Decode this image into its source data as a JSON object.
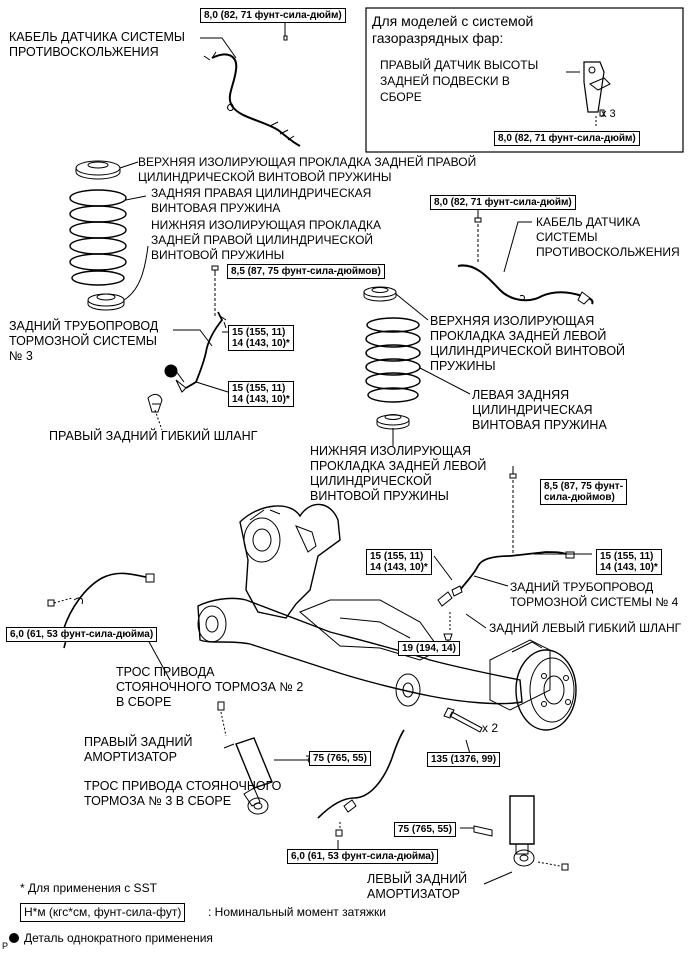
{
  "inset": {
    "title": "Для моделей с системой\nгазоразрядных фар:",
    "sensor_label": "ПРАВЫЙ ДАТЧИК ВЫСОТЫ\nЗАДНЕЙ ПОДВЕСКИ В\nСБОРЕ",
    "qty": "x 3",
    "torque": "8,0 (82, 71 фунт-сила-дюйм)"
  },
  "labels": {
    "abs_cable_right": "КАБЕЛЬ ДАТЧИКА СИСТЕМЫ\nПРОТИВОСКОЛЬЖЕНИЯ",
    "upper_insulator_right": "ВЕРХНЯЯ ИЗОЛИРУЮЩАЯ ПРОКЛАДКА ЗАДНЕЙ ПРАВОЙ\nЦИЛИНДРИЧЕСКОЙ ВИНТОВОЙ ПРУЖИНЫ",
    "coil_spring_right": "ЗАДНЯЯ ПРАВАЯ ЦИЛИНДРИЧЕСКАЯ\nВИНТОВАЯ ПРУЖИНА",
    "lower_insulator_right": "НИЖНЯЯ ИЗОЛИРУЮЩАЯ ПРОКЛАДКА\nЗАДНЕЙ ПРАВОЙ ЦИЛИНДРИЧЕСКОЙ\nВИНТОВОЙ ПРУЖИНЫ",
    "brake_tube_3": "ЗАДНИЙ ТРУБОПРОВОД\nТОРМОЗНОЙ СИСТЕМЫ\n№ 3",
    "flex_hose_right": "ПРАВЫЙ ЗАДНИЙ ГИБКИЙ ШЛАНГ",
    "abs_cable_left": "КАБЕЛЬ ДАТЧИКА\nСИСТЕМЫ\nПРОТИВОСКОЛЬЖЕНИЯ",
    "upper_insulator_left": "ВЕРХНЯЯ ИЗОЛИРУЮЩАЯ\nПРОКЛАДКА ЗАДНЕЙ ЛЕВОЙ\nЦИЛИНДРИЧЕСКОЙ ВИНТОВОЙ\nПРУЖИНЫ",
    "coil_spring_left": "ЛЕВАЯ ЗАДНЯЯ\nЦИЛИНДРИЧЕСКАЯ\nВИНТОВАЯ ПРУЖИНА",
    "lower_insulator_left": "НИЖНЯЯ ИЗОЛИРУЮЩАЯ\nПРОКЛАДКА ЗАДНЕЙ ЛЕВОЙ\nЦИЛИНДРИЧЕСКОЙ\nВИНТОВОЙ ПРУЖИНЫ",
    "brake_tube_4": "ЗАДНИЙ ТРУБОПРОВОД\nТОРМОЗНОЙ СИСТЕМЫ № 4",
    "flex_hose_left": "ЗАДНИЙ ЛЕВЫЙ ГИБКИЙ ШЛАНГ",
    "parking_cable_2": "ТРОС ПРИВОДА\nСТОЯНОЧНОГО ТОРМОЗА № 2\nВ СБОРЕ",
    "shock_right": "ПРАВЫЙ ЗАДНИЙ\nАМОРТИЗАТОР",
    "parking_cable_3": "ТРОС ПРИВОДА СТОЯНОЧНОГО\nТОРМОЗА № 3 В СБОРЕ",
    "shock_left": "ЛЕВЫЙ ЗАДНИЙ\nАМОРТИЗАТОР",
    "qty_x2": "x 2"
  },
  "torques": {
    "t_abs_right": "8,0 (82, 71 фунт-сила-дюйм)",
    "t_abs_left": "8,0 (82, 71 фунт-сила-дюйм)",
    "t_tube3_upper": "8,5 (87, 75 фунт-сила-дюймов)",
    "t_tube3_a": "15 (155, 11)\n14 (143, 10)*",
    "t_tube3_b": "15 (155, 11)\n14 (143, 10)*",
    "t_tube4_upper": "8,5 (87, 75 фунт-\nсила-дюймов)",
    "t_tube4_left": "15 (155, 11)\n14 (143, 10)*",
    "t_tube4_right": "15 (155, 11)\n14 (143, 10)*",
    "t_hose_left": "19 (194, 14)",
    "t_cable2": "6,0 (61, 53 фунт-сила-дюйма)",
    "t_shock_right": "75 (765, 55)",
    "t_axle": "135 (1376, 99)",
    "t_shock_left": "75 (765, 55)",
    "t_cable3": "6,0 (61, 53 фунт-сила-дюйма)"
  },
  "legend": {
    "sst_note": "* Для применения с SST",
    "unit_box": "Н*м (кгс*см, фунт-сила-фут)",
    "unit_text": ": Номинальный момент затяжки",
    "single_use": "Деталь однократного применения",
    "corner": "P"
  }
}
